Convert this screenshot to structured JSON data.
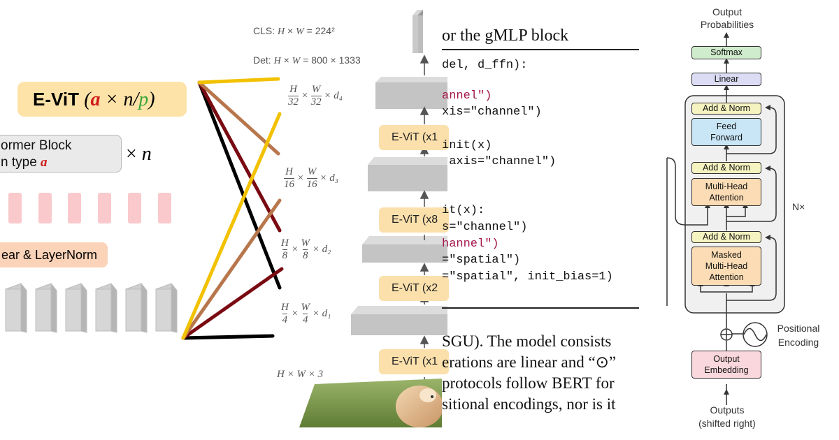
{
  "left": {
    "evit_title": "E-ViT",
    "evit_params": "(a × n/p)",
    "block_line1": "ormer Block",
    "block_line2": "n type",
    "block_var": "a",
    "times_n": "× n",
    "linear_norm": "ear & LayerNorm"
  },
  "pyramid": {
    "cls_label": "CLS: H × W = 224²",
    "det_label": "Det: H × W = 800 × 1333",
    "levels": [
      {
        "text": "H/32 × W/32 × d₄",
        "num": "H",
        "den": "32",
        "num2": "W",
        "den2": "32",
        "d": "d₄"
      },
      {
        "text": "H/16 × W/16 × d₃",
        "num": "H",
        "den": "16",
        "num2": "W",
        "den2": "16",
        "d": "d₃"
      },
      {
        "text": "H/8 × W/8 × d₂",
        "num": "H",
        "den": "8",
        "num2": "W",
        "den2": "8",
        "d": "d₂"
      },
      {
        "text": "H/4 × W/4 × d₁",
        "num": "H",
        "den": "4",
        "num2": "W",
        "den2": "4",
        "d": "d₁"
      }
    ],
    "input_label": "H × W × 3",
    "stages": [
      "E-ViT (x1",
      "E-ViT (x8",
      "E-ViT (x2",
      "E-ViT (x1"
    ]
  },
  "code": {
    "heading": "or the gMLP block",
    "lines": [
      "del, d_ffn):",
      "annel\")",
      "xis=\"channel\")",
      "init(x)",
      " axis=\"channel\")",
      "it(x):",
      "s=\"channel\")",
      "hannel\")",
      "=\"spatial\")",
      "=\"spatial\", init_bias=1)"
    ],
    "paragraph": [
      "SGU). The model consists",
      "erations are linear and “⊙”",
      " protocols follow BERT for",
      "sitional encodings, nor is it"
    ]
  },
  "transformer": {
    "output_probs_1": "Output",
    "output_probs_2": "Probabilities",
    "softmax": "Softmax",
    "linear": "Linear",
    "add_norm": "Add & Norm",
    "feed_forward_1": "Feed",
    "feed_forward_2": "Forward",
    "mha_1": "Multi-Head",
    "mha_2": "Attention",
    "masked_1": "Masked",
    "masked_2": "Multi-Head",
    "masked_3": "Attention",
    "nx": "N×",
    "pos_enc_1": "Positional",
    "pos_enc_2": "Encoding",
    "out_emb_1": "Output",
    "out_emb_2": "Embedding",
    "outputs_1": "Outputs",
    "outputs_2": "(shifted right)"
  },
  "colors": {
    "evit_yellow": "#fde3a8",
    "token_pink": "#f9c9cc",
    "layernorm_peach": "#fbd3b8",
    "softmax_green": "#cfeccc",
    "linear_lilac": "#dcdcf4",
    "feedforward_blue": "#c8e6f6",
    "attention_orange": "#fcdcb4",
    "addnorm_yellow": "#f5f3c0",
    "embedding_pink": "#f9d7dc"
  }
}
